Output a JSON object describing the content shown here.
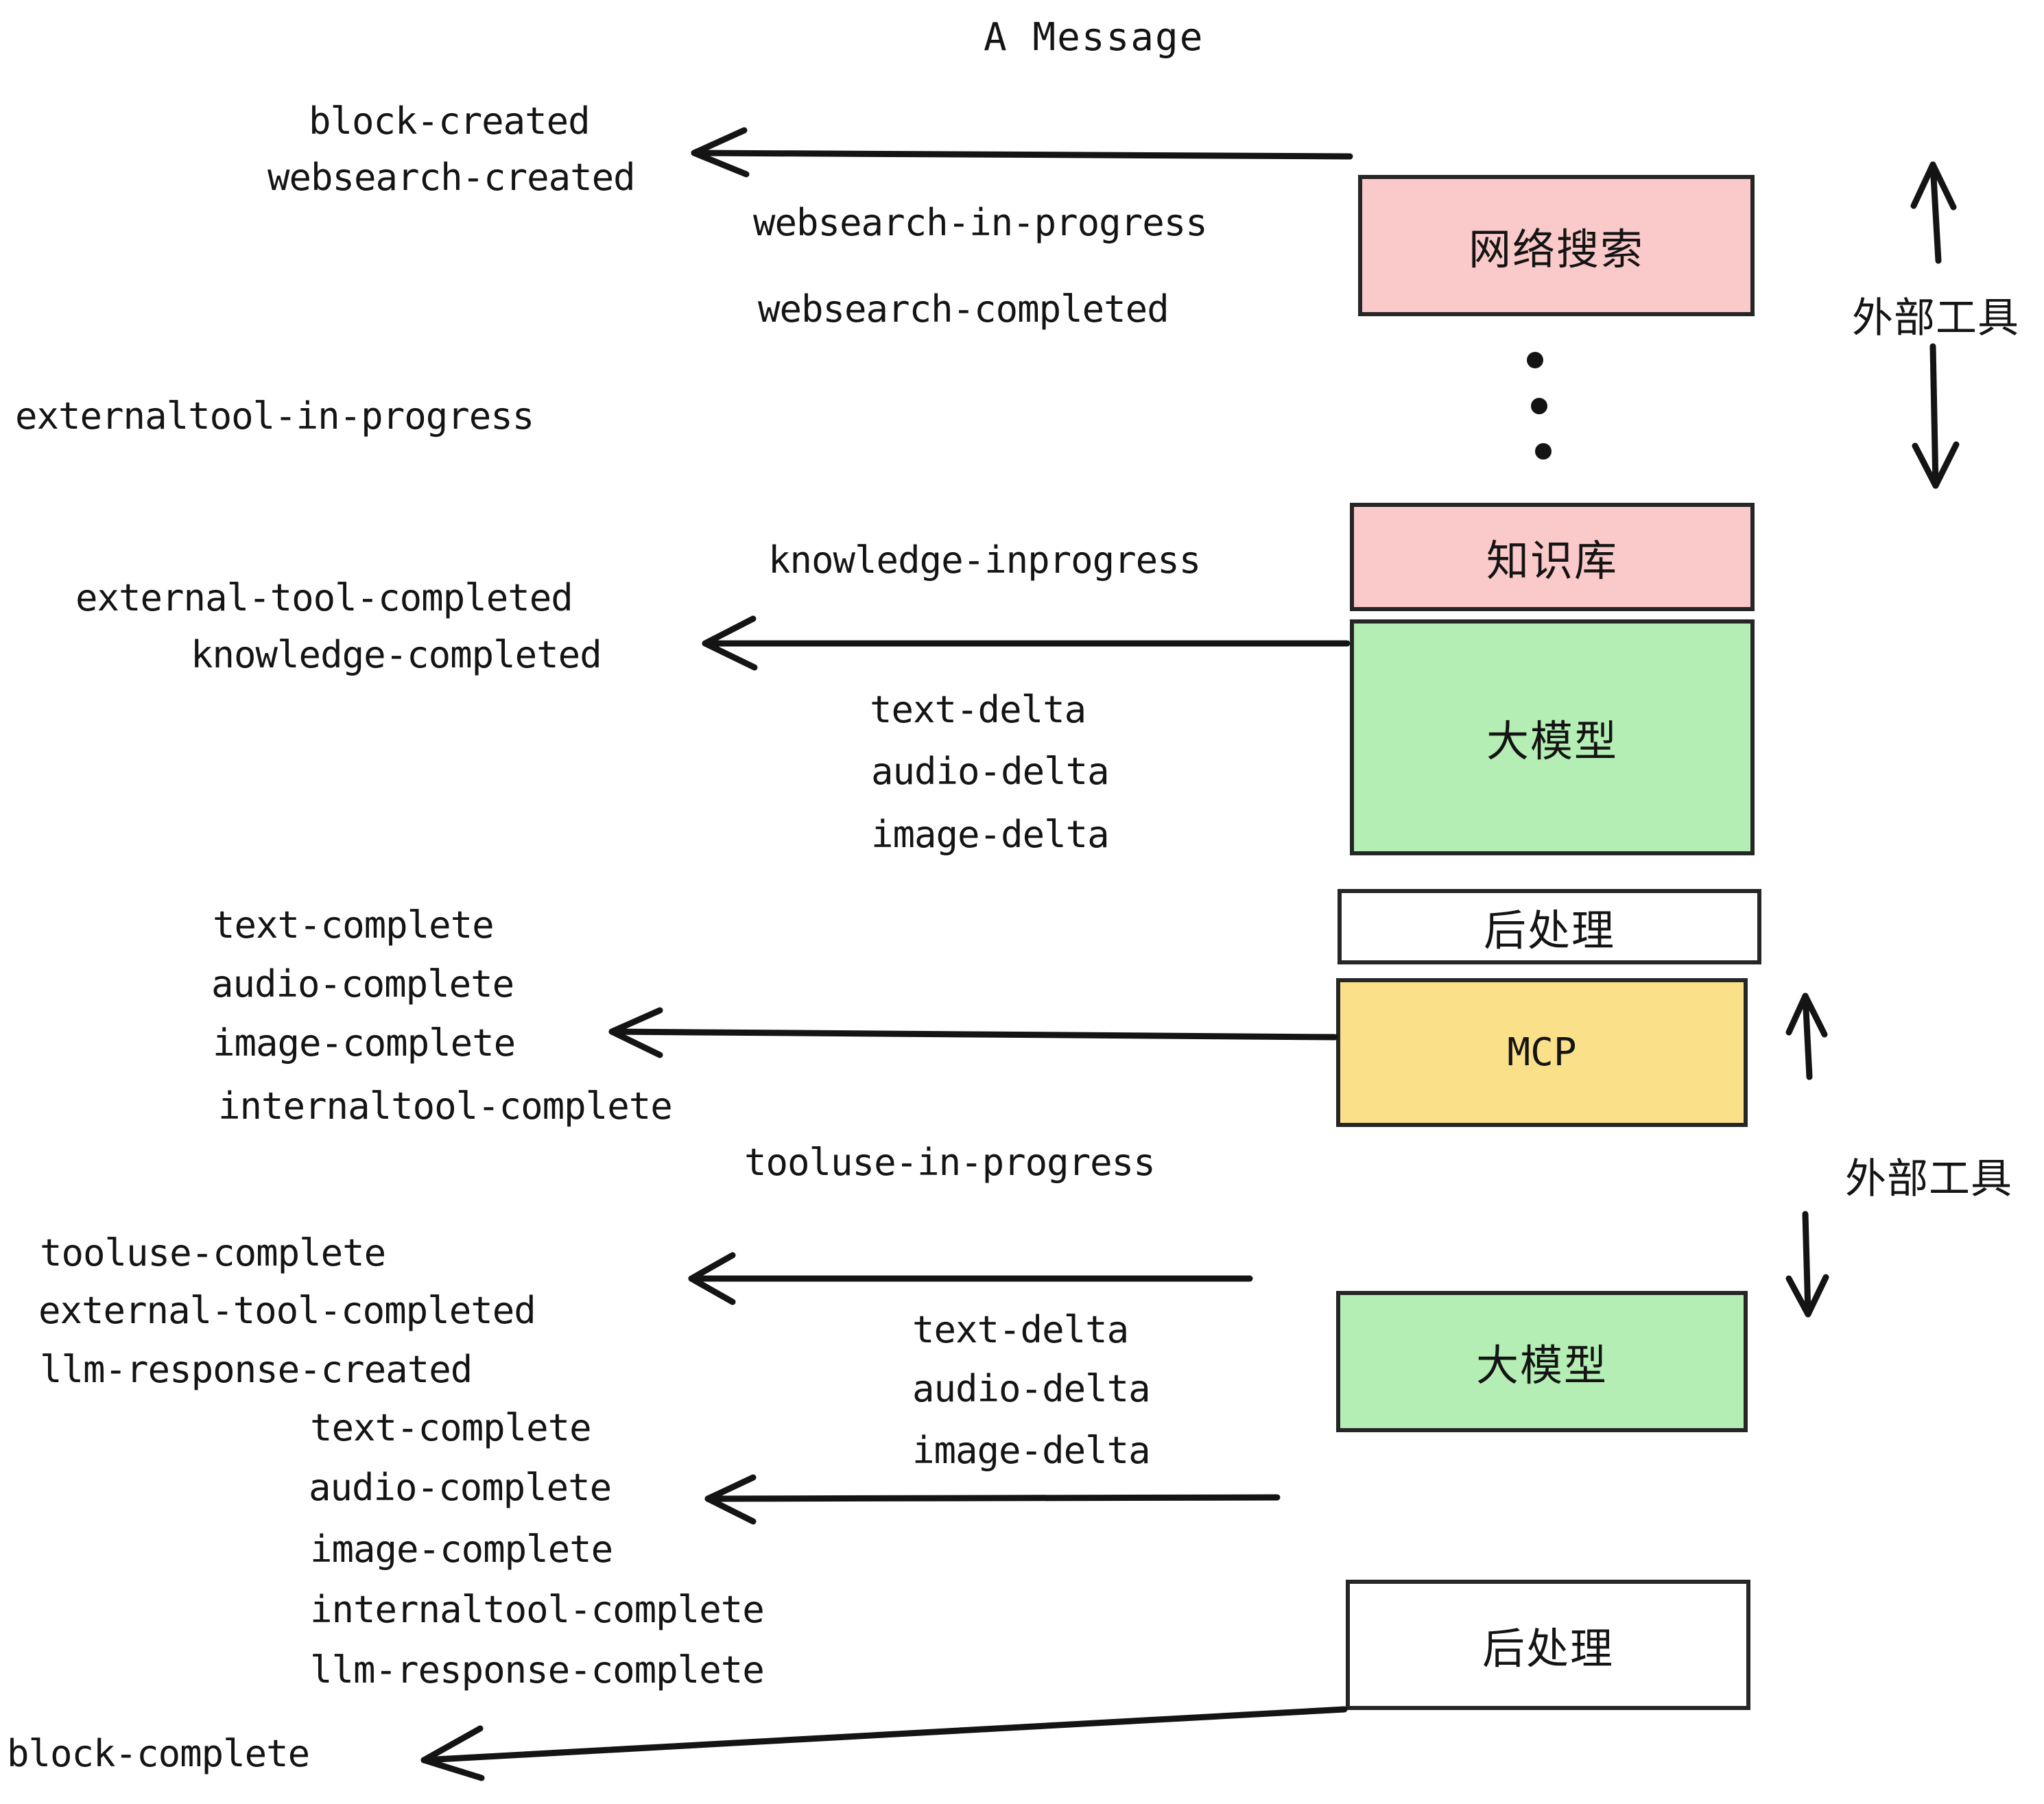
{
  "title": "A Message",
  "colors": {
    "pink": "#fac9c9",
    "green": "#b4eeb4",
    "yellow": "#fbe08a",
    "white": "#ffffff",
    "stroke": "#262626",
    "text": "#141414"
  },
  "boxes": [
    {
      "id": "websearch",
      "label": "网络搜索",
      "fill": "#fac9c9",
      "mono": false
    },
    {
      "id": "knowledge",
      "label": "知识库",
      "fill": "#fac9c9",
      "mono": false
    },
    {
      "id": "llm-top",
      "label": "大模型",
      "fill": "#b4eeb4",
      "mono": false
    },
    {
      "id": "postprocess-top",
      "label": "后处理",
      "fill": "#ffffff",
      "mono": false
    },
    {
      "id": "mcp",
      "label": "MCP",
      "fill": "#fbe08a",
      "mono": true
    },
    {
      "id": "llm-bottom",
      "label": "大模型",
      "fill": "#b4eeb4",
      "mono": false
    },
    {
      "id": "postprocess-bottom",
      "label": "后处理",
      "fill": "#ffffff",
      "mono": false
    }
  ],
  "side_labels": [
    {
      "id": "external-tools-top",
      "label": "外部工具"
    },
    {
      "id": "external-tools-bottom",
      "label": "外部工具"
    }
  ],
  "events": [
    {
      "id": "block-created",
      "label": "block-created"
    },
    {
      "id": "websearch-created",
      "label": "websearch-created"
    },
    {
      "id": "websearch-in-progress",
      "label": "websearch-in-progress"
    },
    {
      "id": "websearch-completed",
      "label": "websearch-completed"
    },
    {
      "id": "externaltool-in-progress",
      "label": "externaltool-in-progress"
    },
    {
      "id": "knowledge-inprogress",
      "label": "knowledge-inprogress"
    },
    {
      "id": "external-tool-completed-1",
      "label": "external-tool-completed"
    },
    {
      "id": "knowledge-completed",
      "label": "knowledge-completed"
    },
    {
      "id": "text-delta-1",
      "label": "text-delta"
    },
    {
      "id": "audio-delta-1",
      "label": "audio-delta"
    },
    {
      "id": "image-delta-1",
      "label": "image-delta"
    },
    {
      "id": "text-complete-1",
      "label": "text-complete"
    },
    {
      "id": "audio-complete-1",
      "label": "audio-complete"
    },
    {
      "id": "image-complete-1",
      "label": "image-complete"
    },
    {
      "id": "internaltool-complete-1",
      "label": "internaltool-complete"
    },
    {
      "id": "tooluse-in-progress",
      "label": "tooluse-in-progress"
    },
    {
      "id": "tooluse-complete",
      "label": "tooluse-complete"
    },
    {
      "id": "external-tool-completed-2",
      "label": "external-tool-completed"
    },
    {
      "id": "llm-response-created",
      "label": "llm-response-created"
    },
    {
      "id": "text-delta-2",
      "label": "text-delta"
    },
    {
      "id": "audio-delta-2",
      "label": "audio-delta"
    },
    {
      "id": "image-delta-2",
      "label": "image-delta"
    },
    {
      "id": "text-complete-2",
      "label": "text-complete"
    },
    {
      "id": "audio-complete-2",
      "label": "audio-complete"
    },
    {
      "id": "image-complete-2",
      "label": "image-complete"
    },
    {
      "id": "internaltool-complete-2",
      "label": "internaltool-complete"
    },
    {
      "id": "llm-response-complete",
      "label": "llm-response-complete"
    },
    {
      "id": "block-complete",
      "label": "block-complete"
    }
  ]
}
